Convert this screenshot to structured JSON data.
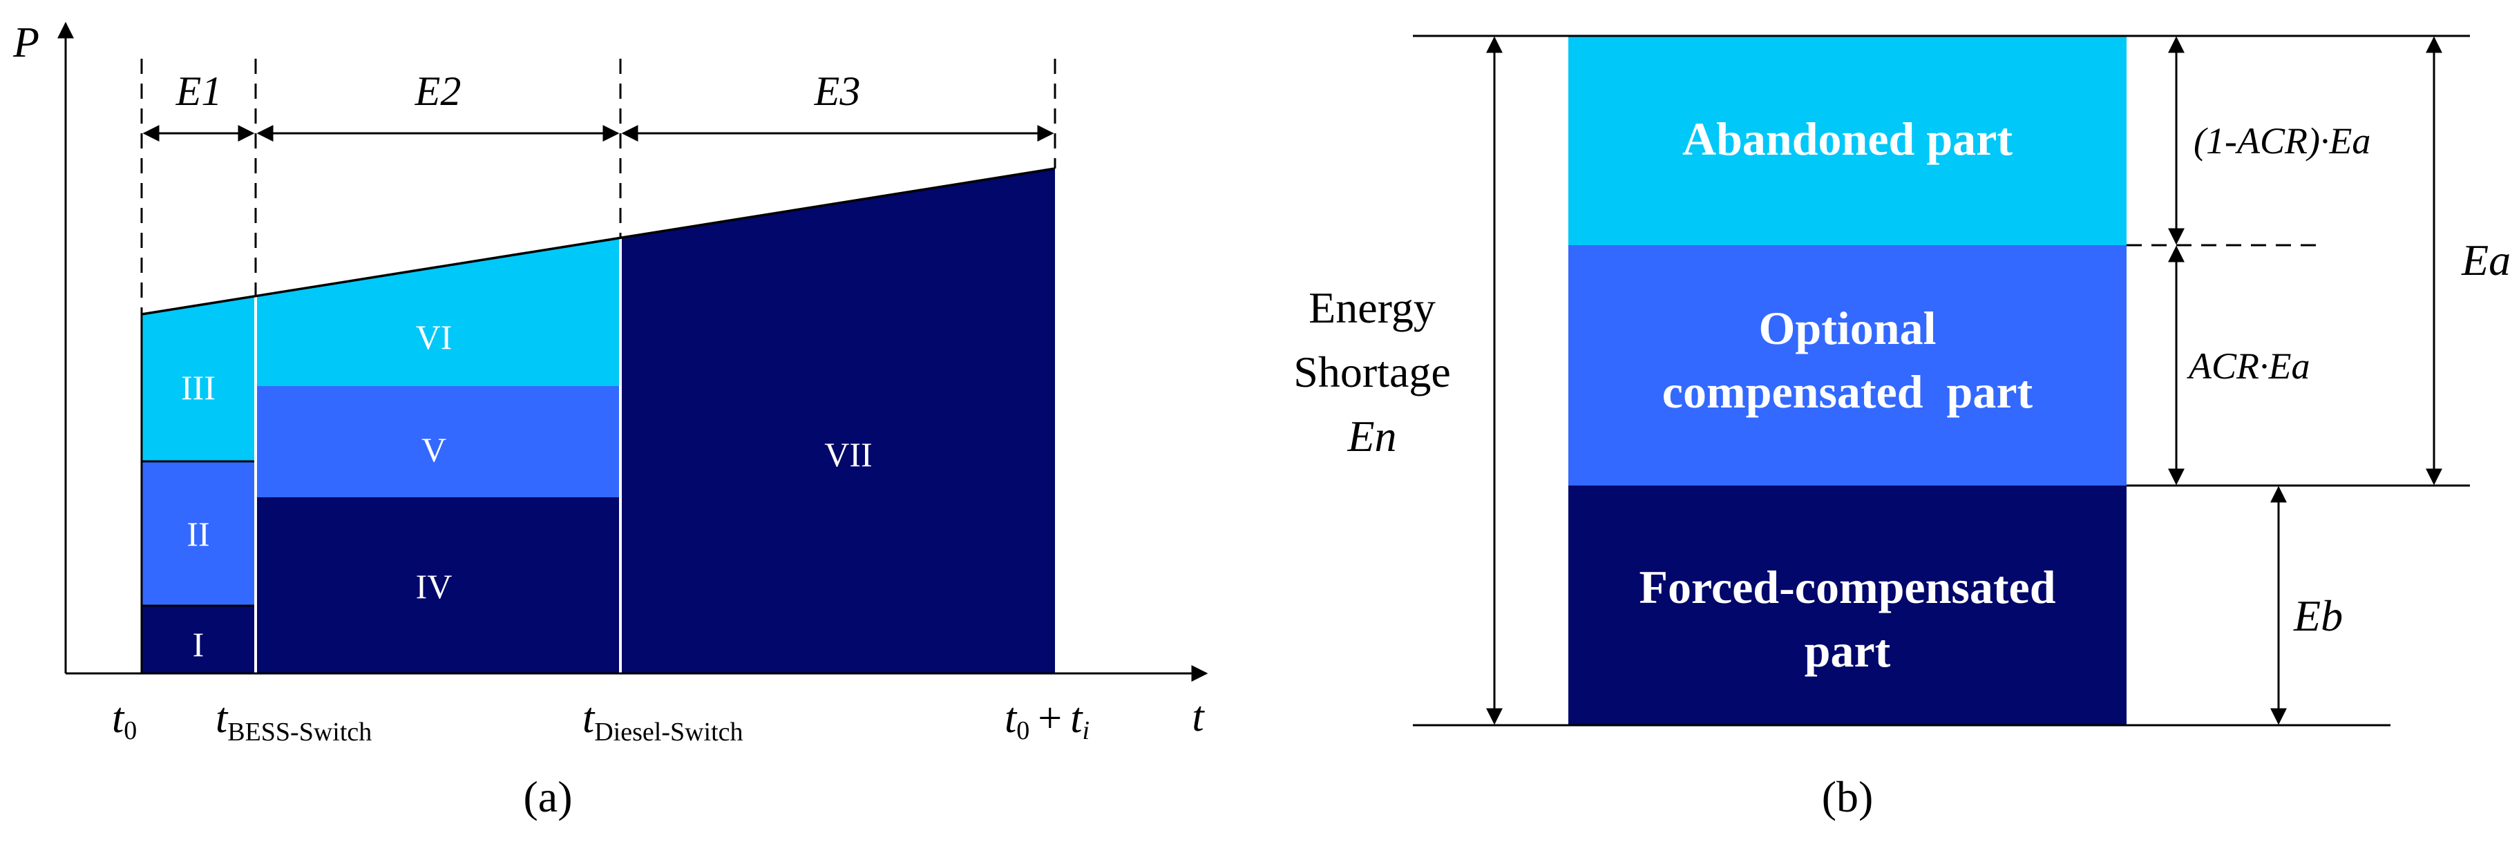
{
  "colors": {
    "dark": "#02076b",
    "mid": "#3369ff",
    "light": "#00c8f8",
    "line": "#000000",
    "background": "#ffffff"
  },
  "panel_a": {
    "y_axis_label": "P",
    "x_axis_label": "t",
    "intervals": {
      "e1": "E1",
      "e2": "E2",
      "e3": "E3"
    },
    "ticks": {
      "t0_main": "t",
      "t0_sub": "0",
      "bess_main": "t",
      "bess_sub": "BESS-Switch",
      "diesel_main": "t",
      "diesel_sub": "Diesel-Switch",
      "end_a": "t",
      "end_a_sub": "0",
      "end_plus": "+",
      "end_b": "t",
      "end_b_sub": "i"
    },
    "regions": {
      "r1": "I",
      "r2": "II",
      "r3": "III",
      "r4": "IV",
      "r5": "V",
      "r6": "VI",
      "r7": "VII"
    },
    "caption": "(a)"
  },
  "panel_b": {
    "boxes": {
      "abandoned": "Abandoned part",
      "optional_line1": "Optional",
      "optional_line2": "compensated  part",
      "forced_line1": "Forced-compensated",
      "forced_line2": "part"
    },
    "left_label": {
      "line1": "Energy",
      "line2": "Shortage",
      "line3": "En"
    },
    "dims": {
      "one_minus_acr": "(1-ACR)·Ea",
      "acr": "ACR·Ea",
      "ea": "Ea",
      "eb": "Eb"
    },
    "caption": "(b)"
  }
}
